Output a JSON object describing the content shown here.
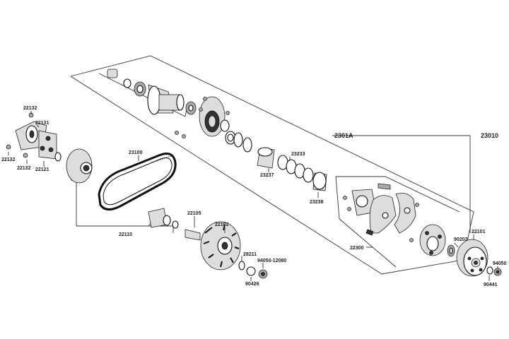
{
  "callouts": {
    "c23010": "23010",
    "c2301A": "2301A",
    "c22132_top": "22132",
    "c22131": "22131",
    "c22132_left": "22132",
    "c22132_bottom": "22132",
    "c22121": "22121",
    "c23100": "23100",
    "c23233": "23233",
    "c23237": "23237",
    "c23238": "23238",
    "c22110": "22110",
    "c22105": "22105",
    "c22102": "22102",
    "c28211": "28211",
    "c94050_12080": "94050-12080",
    "c90426": "90426",
    "c22300": "22300",
    "c90202": "90202",
    "c22101": "22101",
    "c94050": "94050",
    "c90441": "90441"
  }
}
